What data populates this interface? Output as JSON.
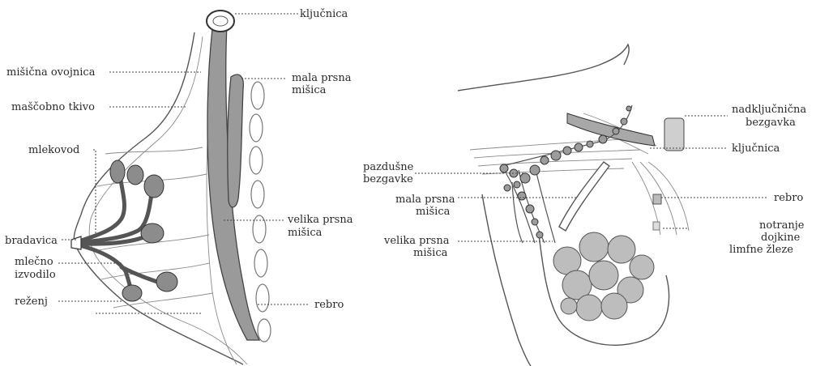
{
  "left_diagram": {
    "labels": {
      "kljucnica": "ključnica",
      "misicna_ovojnica": "mišična ovojnica",
      "mala_prsna_misica_1": "mala prsna",
      "mala_prsna_misica_2": "mišica",
      "mascobno_tkivo": "maščobno tkivo",
      "mlekovod": "mlekovod",
      "bradavica": "bradavica",
      "velika_prsna_misica_1": "velika prsna",
      "velika_prsna_misica_2": "mišica",
      "mlecno_izvodilo_1": "mlečno",
      "mlecno_izvodilo_2": "izvodilo",
      "rezenj": "reženj",
      "rebro": "rebro"
    }
  },
  "right_diagram": {
    "labels": {
      "nadkljucnicna_1": "nadključnična",
      "nadkljucnicna_2": "bezgavka",
      "kljucnica": "ključnica",
      "pazdusne_1": "pazdušne",
      "pazdusne_2": "bezgavke",
      "mala_prsna_1": "mala prsna",
      "mala_prsna_2": "mišica",
      "rebro": "rebro",
      "notranje_1": "notranje",
      "notranje_2": "dojkine",
      "notranje_3": "limfne žleze",
      "velika_prsna_1": "velika prsna",
      "velika_prsna_2": "mišica"
    }
  }
}
